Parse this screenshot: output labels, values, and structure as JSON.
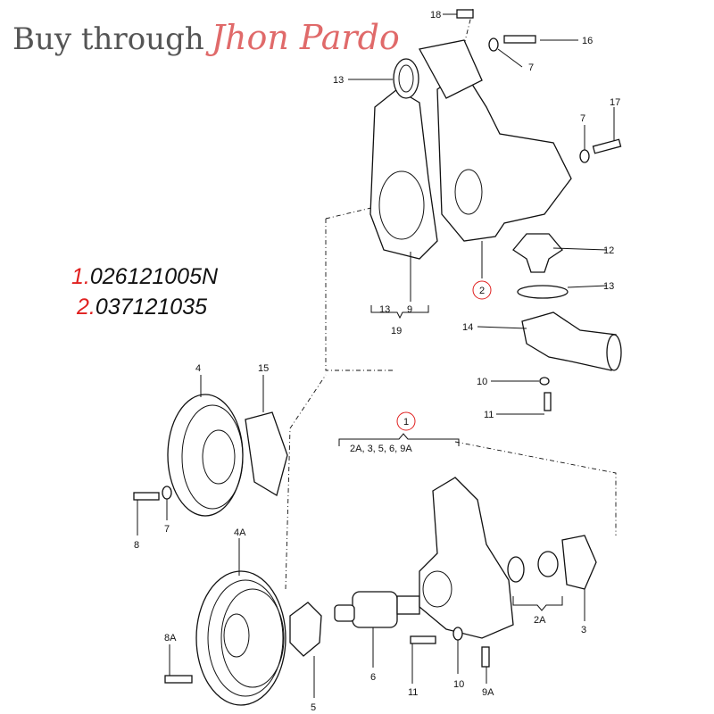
{
  "header": {
    "prefix": "Buy through",
    "brand": "Jhon Pardo"
  },
  "part_numbers": [
    {
      "index": "1.",
      "number": "026121005N"
    },
    {
      "index": "2.",
      "number": "037121035"
    }
  ],
  "callouts": [
    "18",
    "16",
    "7",
    "13",
    "7",
    "17",
    "12",
    "13",
    "2",
    "14",
    "13",
    "9",
    "19",
    "10",
    "11",
    "1",
    "2A, 3, 5, 6, 9A",
    "4",
    "15",
    "8",
    "7",
    "4A",
    "8A",
    "6",
    "11",
    "10",
    "9A",
    "5",
    "2A",
    "3"
  ],
  "colors": {
    "accent": "#e0201f",
    "brand": "#e06a6a"
  }
}
